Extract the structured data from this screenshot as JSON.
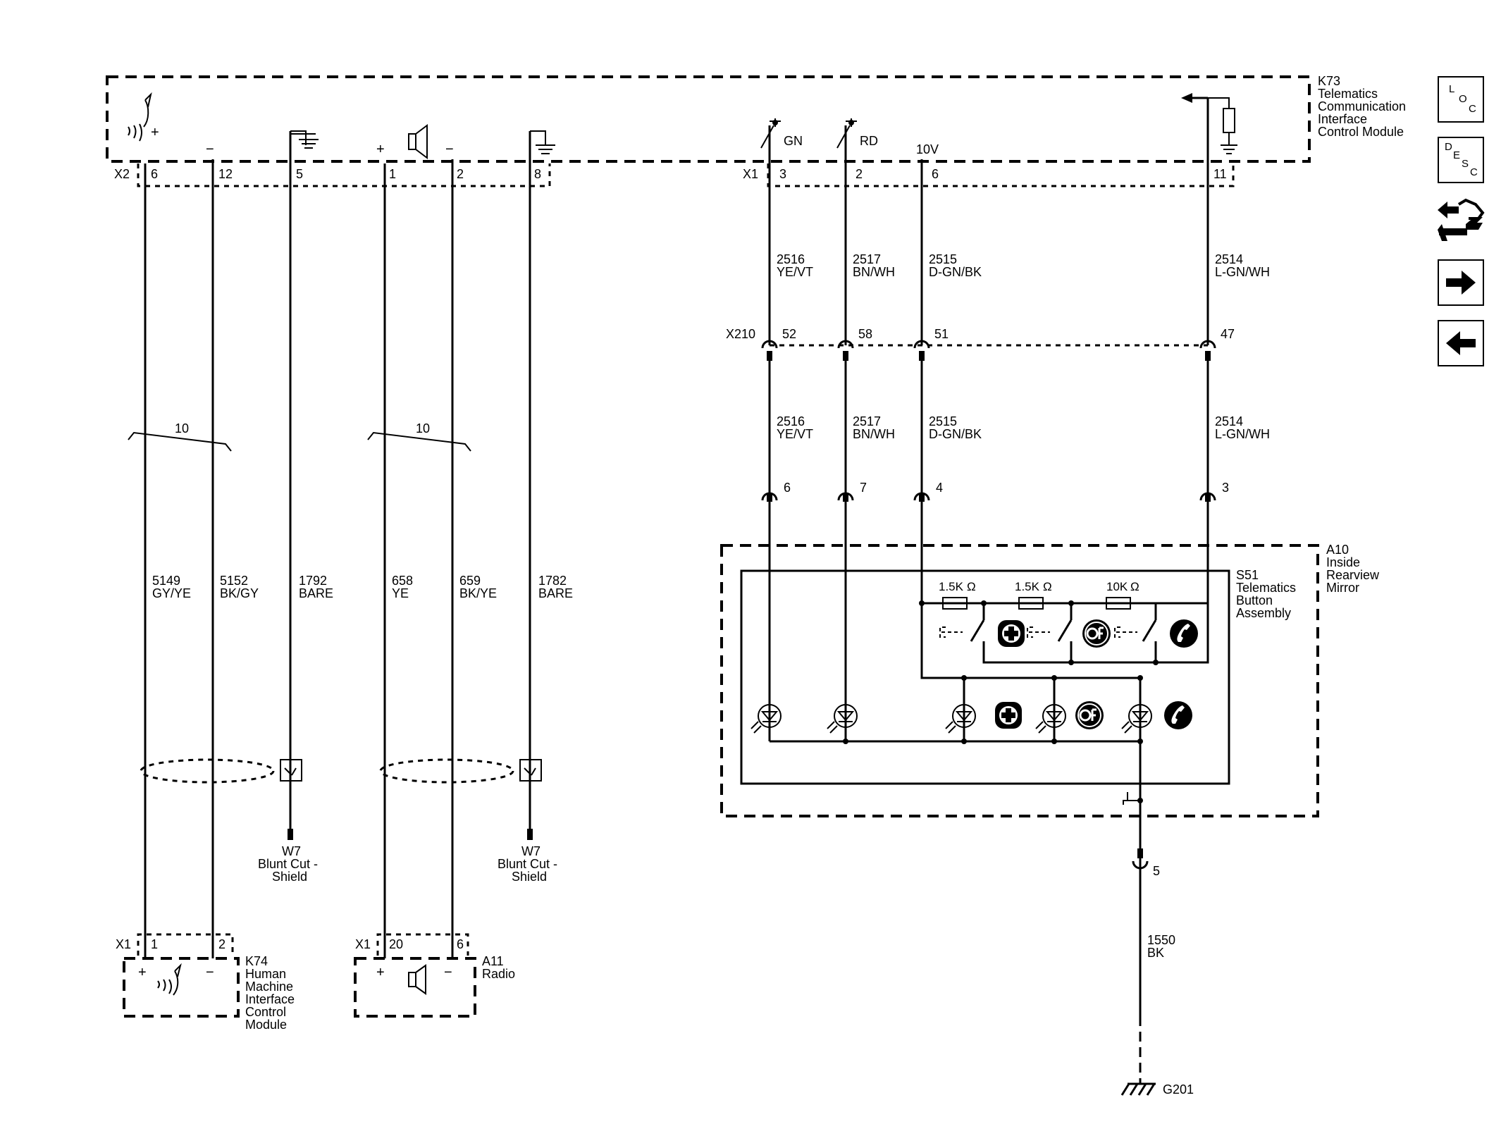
{
  "modules": {
    "k73": {
      "id": "K73",
      "name_lines": [
        "Telematics",
        "Communication",
        "Interface",
        "Control Module"
      ]
    },
    "a10": {
      "id": "A10",
      "name_lines": [
        "Inside",
        "Rearview",
        "Mirror"
      ]
    },
    "s51": {
      "id": "S51",
      "name_lines": [
        "Telematics",
        "Button",
        "Assembly"
      ]
    },
    "k74": {
      "id": "K74",
      "name_lines": [
        "Human",
        "Machine",
        "Interface",
        "Control",
        "Module"
      ]
    },
    "a11": {
      "id": "A11",
      "name_lines": [
        "Radio"
      ]
    }
  },
  "connectors": {
    "k73_x2": {
      "id": "X2",
      "pins": [
        "6",
        "12",
        "5",
        "1",
        "2",
        "8"
      ]
    },
    "k73_x1": {
      "id": "X1",
      "pins": [
        "3",
        "2",
        "6",
        "11"
      ]
    },
    "x210": {
      "id": "X210",
      "pins": [
        "52",
        "58",
        "51",
        "47"
      ]
    },
    "a10_pins": [
      "6",
      "7",
      "4",
      "3"
    ],
    "k74_x1": {
      "id": "X1",
      "pins": [
        "1",
        "2"
      ]
    },
    "a11_x1": {
      "id": "X1",
      "pins": [
        "20",
        "6"
      ]
    },
    "ground_pin": "5"
  },
  "switch_labels": [
    "GN",
    "RD"
  ],
  "supply_label": "10V",
  "polarity": {
    "plus": "+",
    "minus": "−"
  },
  "wires": {
    "w2516": {
      "circuit": "2516",
      "color": "YE/VT"
    },
    "w2517": {
      "circuit": "2517",
      "color": "BN/WH"
    },
    "w2515": {
      "circuit": "2515",
      "color": "D-GN/BK"
    },
    "w2514": {
      "circuit": "2514",
      "color": "L-GN/WH"
    },
    "w5149": {
      "circuit": "5149",
      "color": "GY/YE"
    },
    "w5152": {
      "circuit": "5152",
      "color": "BK/GY"
    },
    "w1792": {
      "circuit": "1792",
      "color": "BARE"
    },
    "w658": {
      "circuit": "658",
      "color": "YE"
    },
    "w659": {
      "circuit": "659",
      "color": "BK/YE"
    },
    "w1782": {
      "circuit": "1782",
      "color": "BARE"
    },
    "w1550": {
      "circuit": "1550",
      "color": "BK"
    }
  },
  "twist_label": "10",
  "shield": {
    "id": "W7",
    "label_lines": [
      "Blunt Cut -",
      "Shield"
    ]
  },
  "resistors": [
    "1.5K",
    "1.5K",
    "10K"
  ],
  "ohm": "Ω",
  "ground": {
    "id": "G201"
  },
  "nav": {
    "loc": {
      "letters": [
        "L",
        "O",
        "C"
      ]
    },
    "desc": {
      "letters": [
        "D",
        "E",
        "S",
        "C"
      ]
    }
  }
}
